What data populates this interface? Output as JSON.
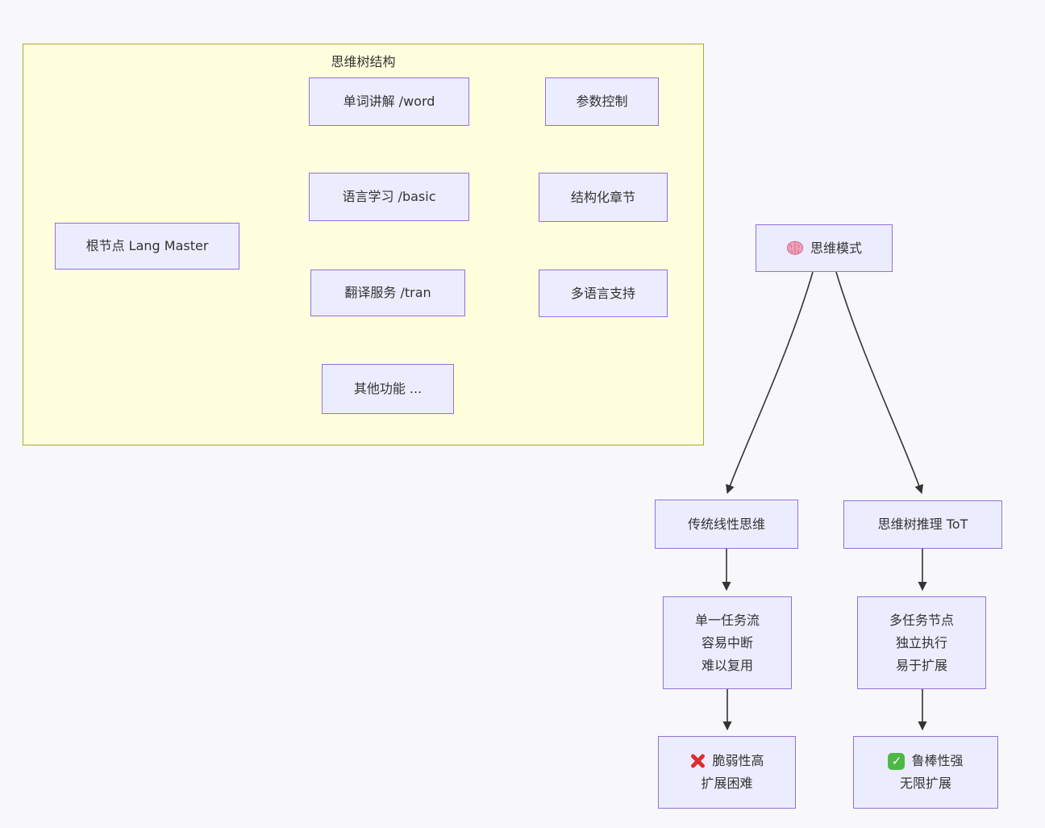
{
  "diagram": {
    "background_color": "#F8F8FB",
    "edge_color": "#333333",
    "node_fill": "#ECECFF",
    "node_border": "#9370DB",
    "subgraph": {
      "title": "思维树结构",
      "fill": "#FFFFDE",
      "border": "#AAAA33"
    },
    "nodes": {
      "root": {
        "label": "根节点 Lang Master"
      },
      "word": {
        "label": "单词讲解 /word"
      },
      "param": {
        "label": "参数控制"
      },
      "basic": {
        "label": "语言学习 /basic"
      },
      "chapter": {
        "label": "结构化章节"
      },
      "tran": {
        "label": "翻译服务 /tran"
      },
      "multilang": {
        "label": "多语言支持"
      },
      "other": {
        "label": "其他功能 ..."
      },
      "mind": {
        "icon": "brain-icon",
        "label": "思维模式"
      },
      "linear": {
        "label": "传统线性思维"
      },
      "tot": {
        "label": "思维树推理 ToT"
      },
      "single": {
        "lines": [
          "单一任务流",
          "容易中断",
          "难以复用"
        ]
      },
      "multi": {
        "lines": [
          "多任务节点",
          "独立执行",
          "易于扩展"
        ]
      },
      "fragile": {
        "icon": "cross-mark-icon",
        "line1": "脆弱性高",
        "line2": "扩展困难",
        "status_color": "#DD2E2E"
      },
      "robust": {
        "icon": "check-mark-icon",
        "line1": "鲁棒性强",
        "line2": "无限扩展",
        "status_color": "#4CB944"
      }
    }
  }
}
